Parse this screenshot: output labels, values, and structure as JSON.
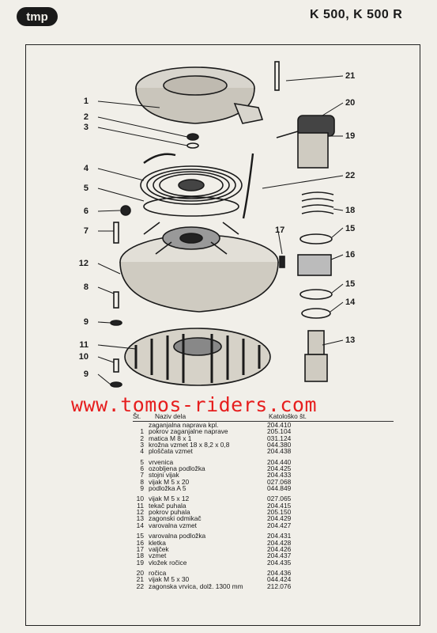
{
  "header": {
    "brand_icon": "tomos-logo-icon",
    "brand_text": "tmp",
    "title": "K 500, K 500 R"
  },
  "watermark": {
    "text": "www.tomos-riders.com"
  },
  "diagram": {
    "callouts": [
      "1",
      "2",
      "3",
      "4",
      "5",
      "6",
      "7",
      "12",
      "8",
      "9",
      "11",
      "10",
      "9",
      "21",
      "20",
      "19",
      "22",
      "18",
      "15",
      "17",
      "16",
      "15",
      "14",
      "13"
    ]
  },
  "parts_table": {
    "col_st": "Št.",
    "col_name": "Naziv dela",
    "col_catalog": "Katološko št.",
    "rows": [
      {
        "no": "",
        "name": "zaganjalna naprava kpl.",
        "cat": "204.410"
      },
      {
        "no": "1",
        "name": "pokrov zaganjalne naprave",
        "cat": "205.104"
      },
      {
        "no": "2",
        "name": "matica M 8 x 1",
        "cat": "031.124"
      },
      {
        "no": "3",
        "name": "krožna vzmet 18 x 8,2 x 0,8",
        "cat": "044.380"
      },
      {
        "no": "4",
        "name": "ploščata vzmet",
        "cat": "204.438"
      },
      {
        "no": "5",
        "name": "vrvenica",
        "cat": "204.440"
      },
      {
        "no": "6",
        "name": "ozobljena podložka",
        "cat": "204.425"
      },
      {
        "no": "7",
        "name": "stojni vijak",
        "cat": "204.433"
      },
      {
        "no": "8",
        "name": "vijak M 5 x 20",
        "cat": "027.068"
      },
      {
        "no": "9",
        "name": "podložka A 5",
        "cat": "044.849"
      },
      {
        "no": "10",
        "name": "vijak M 5 x 12",
        "cat": "027.065"
      },
      {
        "no": "11",
        "name": "tekač puhala",
        "cat": "204.415"
      },
      {
        "no": "12",
        "name": "pokrov puhala",
        "cat": "205.150"
      },
      {
        "no": "13",
        "name": "zagonski odmikač",
        "cat": "204.429"
      },
      {
        "no": "14",
        "name": "varovalna vzmet",
        "cat": "204.427"
      },
      {
        "no": "15",
        "name": "varovalna podložka",
        "cat": "204.431"
      },
      {
        "no": "16",
        "name": "kletka",
        "cat": "204.428"
      },
      {
        "no": "17",
        "name": "valjček",
        "cat": "204.426"
      },
      {
        "no": "18",
        "name": "vzmet",
        "cat": "204.437"
      },
      {
        "no": "19",
        "name": "vložek ročice",
        "cat": "204.435"
      },
      {
        "no": "20",
        "name": "ročica",
        "cat": "204.436"
      },
      {
        "no": "21",
        "name": "vijak M 5 x 30",
        "cat": "044.424"
      },
      {
        "no": "22",
        "name": "zagonska vrvica, dolž. 1300 mm",
        "cat": "212.076"
      }
    ]
  }
}
